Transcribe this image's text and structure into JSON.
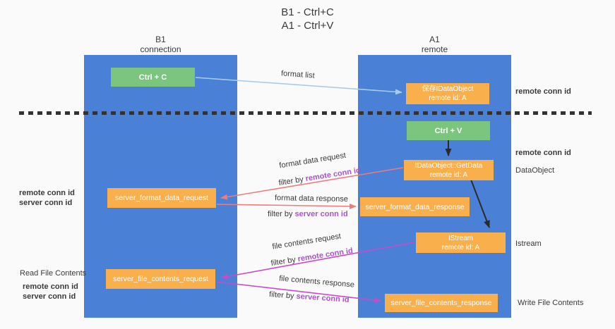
{
  "title": {
    "line1": "B1 - Ctrl+C",
    "line2": "A1 - Ctrl+V"
  },
  "lanes": {
    "left": {
      "name": "B1",
      "role": "connection"
    },
    "right": {
      "name": "A1",
      "role": "remote"
    }
  },
  "nodes": {
    "ctrl_c": {
      "label": "Ctrl + C"
    },
    "ctrl_v": {
      "label": "Ctrl + V"
    },
    "save_idataobject": {
      "line1": "保存IDataObject",
      "line2": "remote id: A"
    },
    "getdata": {
      "line1": "IDataObject::GetData",
      "line2": "remote id: A"
    },
    "istream": {
      "line1": "IStream",
      "line2": "remote id: A"
    },
    "server_format_data_request": {
      "label": "server_format_data_request"
    },
    "server_format_data_response": {
      "label": "server_format_data_response"
    },
    "server_file_contents_request": {
      "label": "server_file_contents_request"
    },
    "server_file_contents_response": {
      "label": "server_file_contents_response"
    }
  },
  "arrows": {
    "format_list": "format list",
    "format_data_request": "format data request",
    "format_data_response": "format data response",
    "file_contents_request": "file contents request",
    "file_contents_response": "file contents response",
    "filter_by": "filter by "
  },
  "labels": {
    "remote_conn_id": "remote conn id",
    "server_conn_id": "server conn id",
    "dataobject": "DataObject",
    "istream": "Istream",
    "read_file_contents": "Read File Contents",
    "write_file_contents": "Write File Contents"
  },
  "colors": {
    "lane_blue": "#4a81d6",
    "node_orange": "#f9b04c",
    "node_green": "#7cc57e",
    "purple": "#a855c8",
    "green_label": "#5cb86a",
    "ink": "#3a3a3a",
    "arrow_salmon": "#ec7c7c",
    "arrow_magenta": "#c44ec9",
    "arrow_lightblue": "#a8cce8",
    "arrow_black": "#2b2b2b",
    "bg": "#fafafa"
  }
}
